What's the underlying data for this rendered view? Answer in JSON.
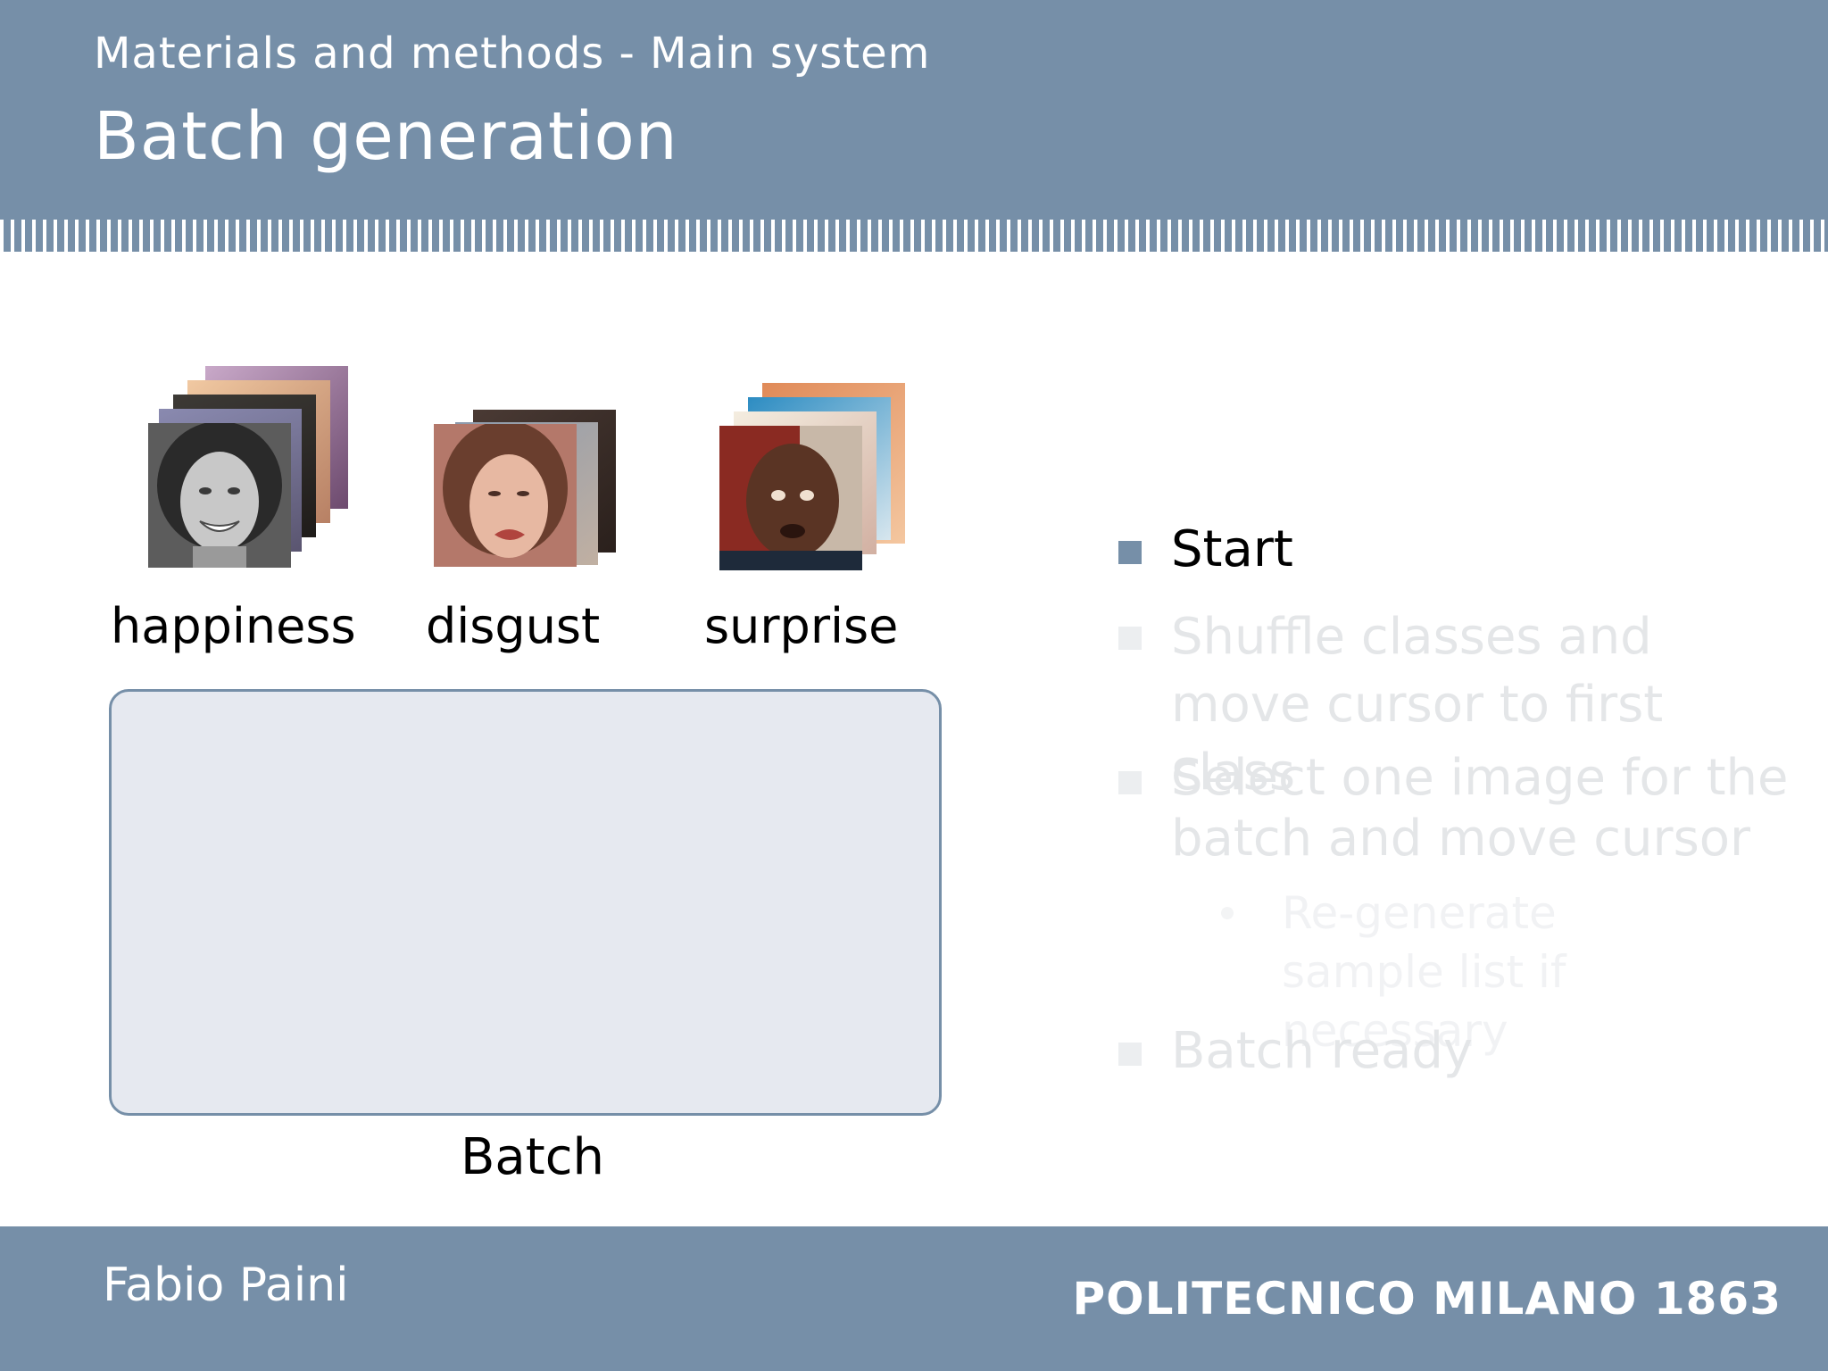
{
  "header": {
    "section_title": "Materials and methods - Main system",
    "slide_title": "Batch generation"
  },
  "classes": [
    {
      "label": "happiness"
    },
    {
      "label": "disgust"
    },
    {
      "label": "surprise"
    }
  ],
  "batch": {
    "label": "Batch"
  },
  "steps": {
    "start": "Start",
    "shuffle": "Shuffle classes and move cursor to first class",
    "select": "Select one image for the batch and move cursor",
    "regenerate": "Re-generate sample list if necessary",
    "ready": "Batch ready"
  },
  "colors": {
    "accent": "#768fa8",
    "batch_fill": "#e6e9f0",
    "faded_text": "#e4e6e8",
    "faded_sub_text": "#f1f2f4"
  },
  "footer": {
    "author": "Fabio Paini",
    "institution": "POLITECNICO MILANO 1863"
  }
}
